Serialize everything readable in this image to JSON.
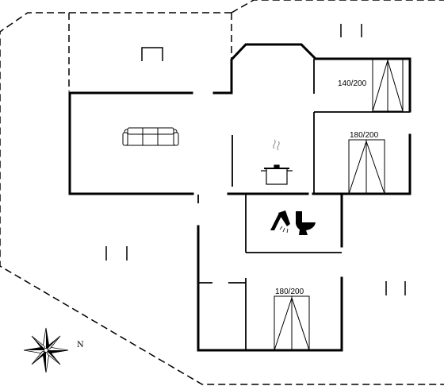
{
  "floorplan": {
    "bed_labels": [
      "140/200",
      "180/200",
      "180/200"
    ],
    "compass": {
      "direction_label": "N"
    },
    "icons": [
      "sofa-icon",
      "cooking-pot-icon",
      "shower-icon",
      "toilet-icon",
      "compass-rose-icon"
    ]
  }
}
